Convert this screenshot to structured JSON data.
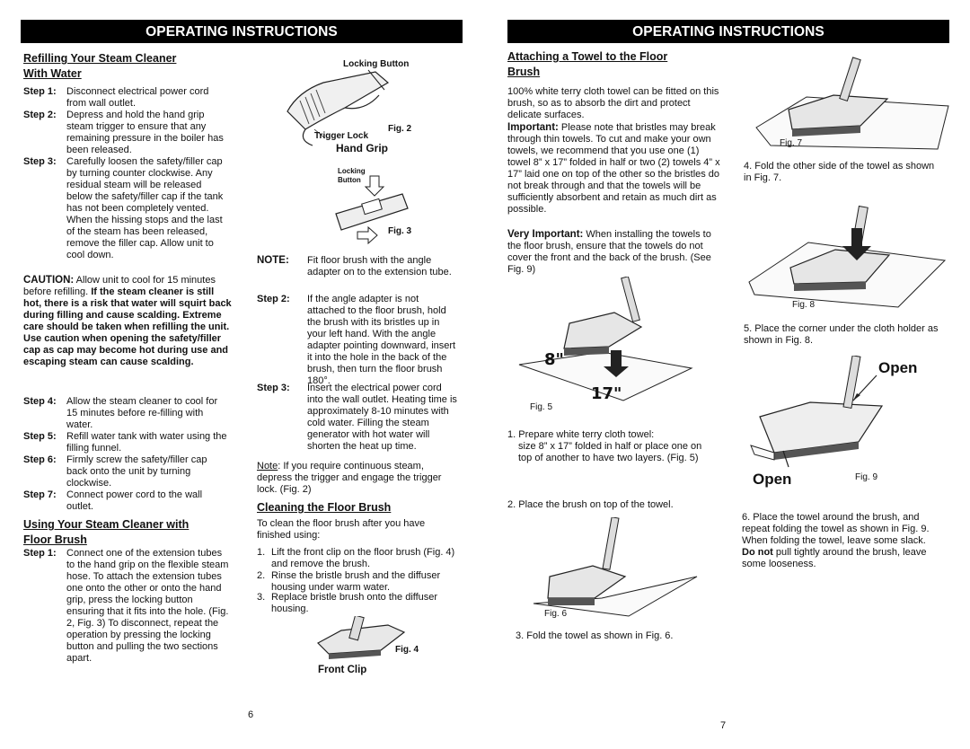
{
  "left": {
    "banner": "OPERATING INSTRUCTIONS",
    "refill_heading_1": "Refilling Your Steam Cleaner",
    "refill_heading_2": "With Water",
    "steps": [
      {
        "label": "Step 1:",
        "text": "Disconnect electrical power cord from wall outlet."
      },
      {
        "label": "Step 2:",
        "text": "Depress and hold the hand grip steam trigger to ensure that any remaining pressure in the boiler has been released."
      },
      {
        "label": "Step 3:",
        "text": "Carefully loosen the safety/filler cap by turning counter clockwise. Any residual steam will be released below the safety/filler cap if the tank has not been completely vented.  When the hissing stops and the last of  the steam has been released, remove the filler cap.  Allow unit to cool down."
      }
    ],
    "caution_label": "CAUTION:",
    "caution_text": " Allow unit to cool for 15 minutes before refilling. ",
    "caution_bold": "If the steam cleaner is still hot, there is a risk that water will squirt back during filling and cause scalding.  Extreme care should be taken when refilling the unit. Use caution when opening the safety/filler cap as cap may become hot during use and escaping steam can cause scalding.",
    "steps_b": [
      {
        "label": "Step 4:",
        "text": "Allow  the steam cleaner to cool for 15 minutes before re-filling with water."
      },
      {
        "label": "Step 5:",
        "text": "Refill water tank with water using the filling funnel."
      },
      {
        "label": "Step 6:",
        "text": "Firmly screw  the safety/filler cap back onto the unit by turning clockwise."
      },
      {
        "label": "Step 7:",
        "text": "Connect power cord to the wall outlet."
      }
    ],
    "using_heading_1": "Using Your Steam Cleaner with",
    "using_heading_2": "Floor Brush",
    "using_step": {
      "label": "Step 1:",
      "text": "Connect one of the extension tubes to the hand grip on the flexible steam hose.  To attach the extension tubes one onto the other or onto the hand grip, press the locking button ensuring that it fits into the hole. (Fig. 2, Fig. 3) To disconnect, repeat the operation by pressing the locking button and pulling the two sections apart."
    },
    "fig2": {
      "locking_button": "Locking Button",
      "trigger_lock": "Trigger Lock",
      "hand_grip": "Hand Grip",
      "label": "Fig. 2"
    },
    "fig3": {
      "locking": "Locking",
      "button": "Button",
      "label": "Fig. 3"
    },
    "note_label": "NOTE:",
    "note_text": "Fit floor brush with the angle adapter  on to the extension tube.",
    "steps_c": [
      {
        "label": "Step 2:",
        "text": "If the angle adapter is not attached to the floor brush, hold the brush with its bristles up in your left hand. With the angle adapter pointing downward, insert it into the hole in the back of the brush, then turn the floor brush 180°."
      },
      {
        "label": "Step 3:",
        "text": "Insert the electrical power cord into the wall outlet. Heating time is approximately 8-10 minutes with cold water. Filling the steam generator with hot water will shorten the heat  up time."
      }
    ],
    "note2_label": "Note",
    "note2_text": ": If you require continuous steam, depress the trigger and engage the trigger lock. (Fig. 2)",
    "cleaning_heading": "Cleaning the Floor Brush",
    "cleaning_intro": "To clean the floor brush after you have finished using:",
    "cleaning_list": [
      {
        "n": "1.",
        "text": "Lift the front clip on the floor brush (Fig. 4) and remove the brush."
      },
      {
        "n": "2.",
        "text": "Rinse the bristle brush and the diffuser housing under warm water."
      },
      {
        "n": "3.",
        "text": "Replace bristle brush onto the diffuser housing."
      }
    ],
    "fig4": {
      "label": "Fig. 4",
      "front_clip": "Front  Clip"
    },
    "page_number": "6"
  },
  "right": {
    "banner": "OPERATING INSTRUCTIONS",
    "attach_heading_1": "Attaching a Towel to the Floor",
    "attach_heading_2": "Brush",
    "intro": "100% white terry cloth towel can be fitted on this brush, so as to absorb the dirt and protect delicate surfaces.",
    "important_label": "Important:",
    "important_text": " Please note that bristles may break through thin towels. To cut and make your own towels, we recommend that you use one (1) towel 8” x 17” folded in half or two (2) towels 4” x 17” laid one on top of the other so the bristles do not break through and that the towels will be sufficiently absorbent and retain as much dirt as possible.",
    "very_label": "Very Important:",
    "very_text": " When installing the towels to the floor brush, ensure that the towels do not cover the front and the back of the brush. (See Fig. 9)",
    "fig5": {
      "label": "Fig. 5",
      "dim1": "8\"",
      "dim2": "17\""
    },
    "item1": "1. Prepare white terry cloth towel:",
    "item1b": "size 8” x 17”  folded in half or place one on top of another to have two layers. (Fig. 5)",
    "item2": "2. Place the brush on top of the towel.",
    "fig6": {
      "label": "Fig. 6"
    },
    "item3": "3. Fold the towel as shown in Fig. 6.",
    "fig7": {
      "label": "Fig. 7"
    },
    "item4": "4. Fold the other side of the towel as shown in Fig. 7.",
    "fig8": {
      "label": "Fig. 8"
    },
    "item5": "5. Place the corner under the cloth holder as shown in Fig. 8.",
    "fig9": {
      "label": "Fig. 9",
      "open1": "Open",
      "open2": "Open"
    },
    "item6_a": "6. Place the towel around the brush, and repeat folding the towel as shown in Fig. 9.  When folding the towel, leave some slack.  ",
    "item6_bold": "Do not",
    "item6_b": " pull tightly around the brush, leave some looseness.",
    "page_number": "7"
  }
}
